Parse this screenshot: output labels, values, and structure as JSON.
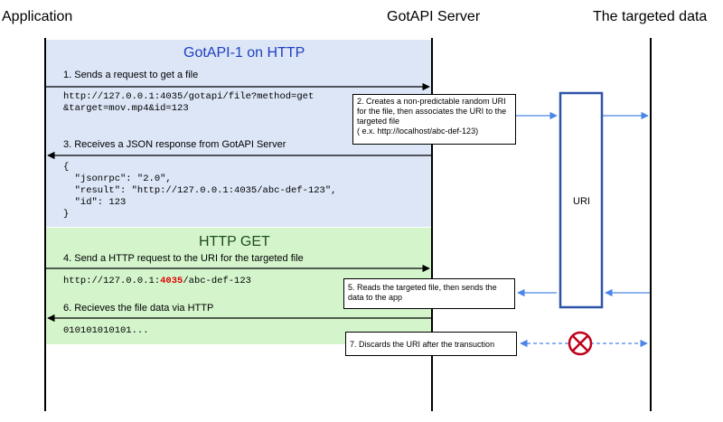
{
  "lanes": {
    "application": "Application",
    "server": "GotAPI Server",
    "data": "The targeted data"
  },
  "bands": {
    "http": "GotAPI-1 on HTTP",
    "get": "HTTP GET"
  },
  "steps": {
    "s1": "1. Sends a request to get a file",
    "s3": "3. Receives a JSON response from GotAPI Server",
    "s4": "4. Send a HTTP request to the URI for the targeted file",
    "s6": "6. Recieves the file data via HTTP"
  },
  "request": {
    "line1": "http://127.0.0.1:4035/gotapi/file?method=get",
    "line2": "&target=mov.mp4&id=123"
  },
  "response": {
    "l1": "{",
    "l2": "  \"jsonrpc\": \"2.0\",",
    "l3": "  \"result\": \"http://127.0.0.1:4035/abc-def-123\",",
    "l4": "  \"id\": 123",
    "l5": "}"
  },
  "get_url": {
    "prefix": "http://127.0.0.1:",
    "port": "4035",
    "suffix": "/abc-def-123"
  },
  "binary": "010101010101...",
  "notes": {
    "n2": {
      "l1": "2. Creates a non-predictable random URI",
      "l2": "for the file, then associates the URI to the",
      "l3": "targeted file",
      "l4": "( e.x. http://localhost/abc-def-123)"
    },
    "n5": {
      "l1": "5. Reads the targeted file, then sends the",
      "l2": "data to the app"
    },
    "n7": "7. Discards the URI after the transuction"
  },
  "uri_box": "URI",
  "colors": {
    "band_http": "#dce6f7",
    "band_get": "#d4f5cc",
    "title_blue": "#1f3fbf",
    "title_green": "#1e4d1e",
    "arrow_blue": "#4a86e8",
    "uri_border": "#2e54a8",
    "discard_red": "#c0001a",
    "port_red": "#e00000"
  },
  "icons": {
    "discard": "crossed-circle-icon"
  }
}
